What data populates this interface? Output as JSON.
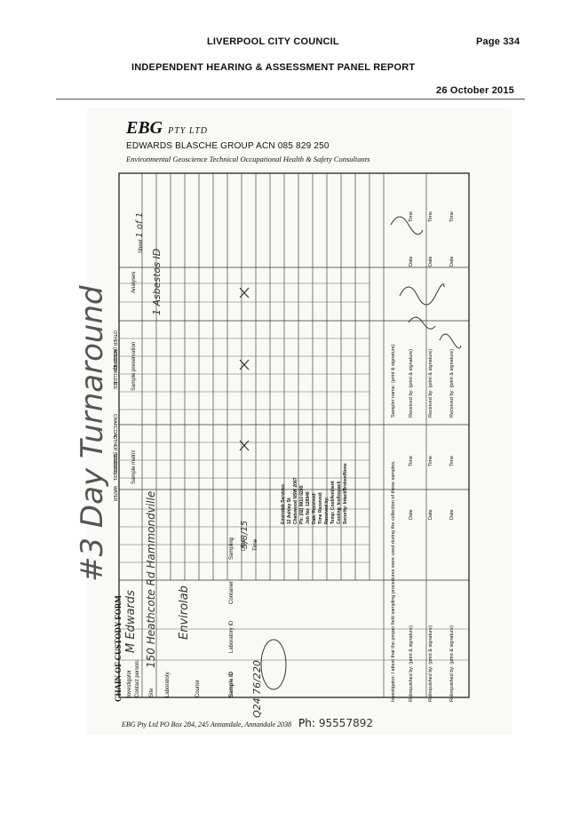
{
  "header": {
    "council": "LIVERPOOL CITY COUNCIL",
    "page": "Page 334",
    "report": "INDEPENDENT HEARING & ASSESSMENT PANEL REPORT",
    "date": "26 October 2015"
  },
  "form": {
    "logo": "EBG",
    "logo_suffix": "PTY LTD",
    "company": "EDWARDS BLASCHE GROUP ACN 085 829 250",
    "tagline": "Environmental  Geoscience  Technical  Occupational Health & Safety  Consultants",
    "title": "CHAIN OF CUSTODY FORM",
    "sheet_label": "Sheet",
    "sheet_value": "1 of 1",
    "investigator_label": "Investigator",
    "investigator_sub": "(name, address, ph & fax nos.)",
    "contact_label": "Contact person:",
    "investigator_value": "M Edwards",
    "site_label": "Site",
    "site_value": "150 Heathcote Rd Hammondville",
    "lab_label": "Laboratory",
    "lab_sub": "(name, address, ph & fax nos.)",
    "lab_value": "Envirolab",
    "courier_label": "Courier",
    "courier_sub": "(name, address, ph & fax nos.)",
    "col_sample_id": "Sample ID",
    "col_lab_id": "Laboratory ID",
    "col_container": "Container",
    "col_sampling": "Sampling",
    "col_date": "Date",
    "col_time": "Time",
    "col_matrix": "Sample matrix",
    "matrix": [
      "WATER",
      "SOIL",
      "SLUDGE",
      "OTHER (SPECIFY)",
      "CHARCOAL"
    ],
    "col_preservation": "Sample preservation",
    "preservation": [
      "ICE",
      "CHILLED",
      "ACIDIFIED",
      "OTHER (SPECIFY)"
    ],
    "col_analyses": "Analyses",
    "analyses_value": "1 Asbestos ID",
    "sample_id_value": "Q24 76/220",
    "sampling_date_value": "5/8/15",
    "handwritten_note": "#3 Day Turnaround",
    "attest": "Investigator:  I attest that the proper field sampling procedures were used during the collection of these samples.",
    "relinquished": "Relinquished by: (print & signature)",
    "received": "Received by: (print & signature)",
    "sampler": "Sampler name: (print & signature)",
    "date_label": "Date",
    "time_label": "Time",
    "stamp_lines": [
      "Envirolab Services",
      "12 Ashley St",
      "Chatswood NSW 2067",
      "Ph: (02) 9910 6200"
    ],
    "stamp_job": "Job No: 128946",
    "stamp_fields": [
      "Date Received:",
      "Time Received:",
      "Received by:",
      "Temp: Cool/Ambient",
      "Cooling: Ice/Icepack",
      "Security: Intact/Broken/None"
    ]
  },
  "footer": {
    "address": "EBG Pty Ltd   PO Box 284, 245 Annandale, Annandale 2038",
    "phone_label": "Ph:",
    "phone": "95557892"
  }
}
